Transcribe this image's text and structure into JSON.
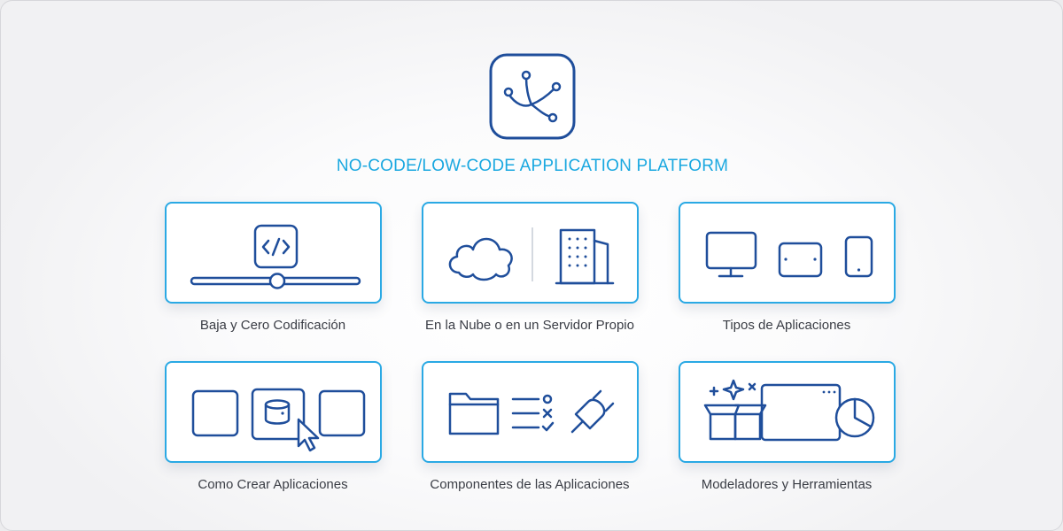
{
  "header": {
    "title": "NO-CODE/LOW-CODE APPLICATION PLATFORM"
  },
  "colors": {
    "accent": "#1aa8e0",
    "icon_stroke": "#1f4e9b",
    "card_border": "#2aa9e4",
    "label_text": "#3a3d45"
  },
  "cards": [
    {
      "label": "Baja y Cero Codificación",
      "icon": "code-slider-icon"
    },
    {
      "label": "En la Nube o en un Servidor Propio",
      "icon": "cloud-building-icon"
    },
    {
      "label": "Tipos de Aplicaciones",
      "icon": "devices-icon"
    },
    {
      "label": "Como Crear Aplicaciones",
      "icon": "builder-icon"
    },
    {
      "label": "Componentes de las Aplicaciones",
      "icon": "components-icon"
    },
    {
      "label": "Modeladores y Herramientas",
      "icon": "tools-icon"
    }
  ]
}
